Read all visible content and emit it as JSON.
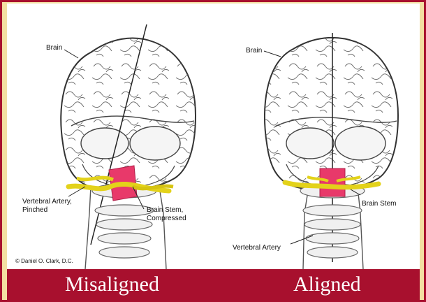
{
  "left_panel": {
    "label_brain": "Brain",
    "label_artery": "Vertebral Artery,",
    "label_artery_2": "Pinched",
    "label_stem": "Brain Stem,",
    "label_stem_2": "Compressed",
    "caption": "Misaligned"
  },
  "right_panel": {
    "label_brain": "Brain",
    "label_stem": "Brain Stem",
    "label_artery": "Vertebral Artery",
    "caption": "Aligned"
  },
  "copyright": "© Daniel O. Clark, D.C.",
  "colors": {
    "background": "#f3dfa2",
    "banner": "#a8102e",
    "artery": "#e3d21a",
    "brain_stem": "#e8396a"
  }
}
